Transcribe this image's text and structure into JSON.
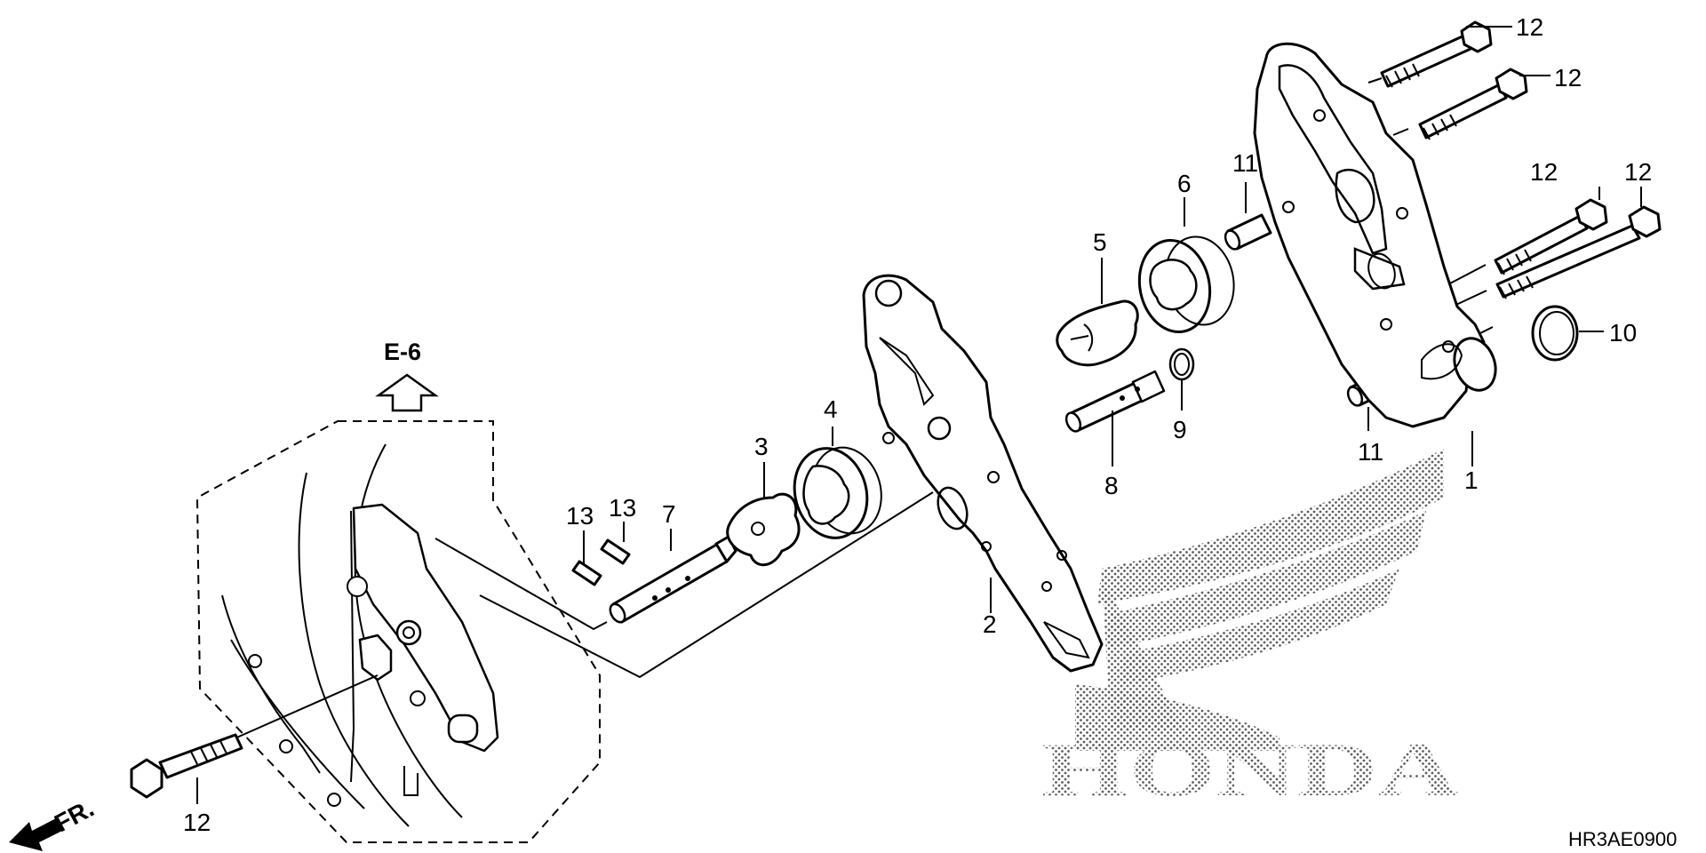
{
  "diagram": {
    "section_ref": "E-6",
    "front_label": "FR.",
    "drawing_code": "HR3AE0900",
    "brand_wordmark": "HONDA",
    "callouts": [
      "1",
      "2",
      "3",
      "4",
      "5",
      "6",
      "7",
      "8",
      "9",
      "10",
      "11",
      "11",
      "12",
      "12",
      "12",
      "12",
      "12",
      "13",
      "13"
    ]
  }
}
